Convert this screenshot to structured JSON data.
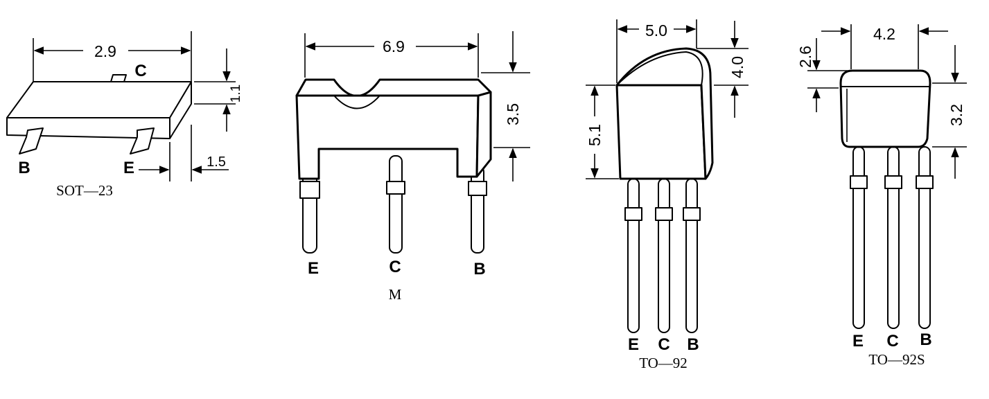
{
  "packages": [
    {
      "name": "SOT-23",
      "dims": {
        "width": "2.9",
        "height": "1.1",
        "lead": "1.5"
      },
      "pins": [
        "B",
        "C",
        "E"
      ]
    },
    {
      "name": "M",
      "dims": {
        "width": "6.9",
        "height": "3.5"
      },
      "pins": [
        "E",
        "C",
        "B"
      ]
    },
    {
      "name": "TO-92",
      "dims": {
        "width": "5.0",
        "top": "4.0",
        "body": "5.1"
      },
      "pins": [
        "E",
        "C",
        "B"
      ]
    },
    {
      "name": "TO-92S",
      "dims": {
        "width": "4.2",
        "top": "2.6",
        "body": "3.2"
      },
      "pins": [
        "E",
        "C",
        "B"
      ]
    }
  ],
  "labels": {
    "sot23": {
      "name": "SOT—23",
      "w": "2.9",
      "h": "1.1",
      "lead": "1.5",
      "pinB": "B",
      "pinC": "C",
      "pinE": "E"
    },
    "m": {
      "name": "M",
      "w": "6.9",
      "h": "3.5",
      "pinE": "E",
      "pinC": "C",
      "pinB": "B"
    },
    "to92": {
      "name": "TO—92",
      "w": "5.0",
      "top": "4.0",
      "body": "5.1",
      "pinE": "E",
      "pinC": "C",
      "pinB": "B"
    },
    "to92s": {
      "name": "TO—92S",
      "w": "4.2",
      "top": "2.6",
      "body": "3.2",
      "pinE": "E",
      "pinC": "C",
      "pinB": "B"
    }
  }
}
